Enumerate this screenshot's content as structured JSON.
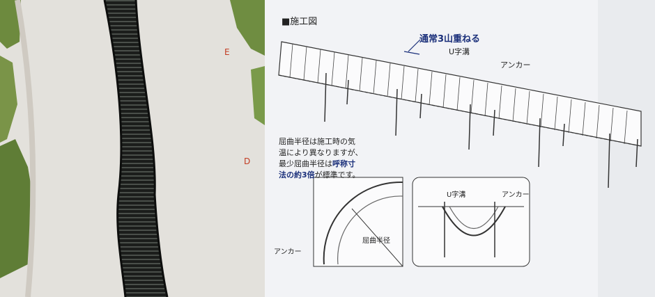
{
  "diagram": {
    "title": "■施工図",
    "overlap_note": "通常3山重ねる",
    "u_gutter_label": "U字溝",
    "anchor_label": "アンカー",
    "radius_note_lines": [
      "屈曲半径は施工時の気",
      "温により異なりますが、",
      "最少屈曲半径は",
      "法の約3倍",
      "が標準です。"
    ],
    "radius_note_bold": "呼称寸",
    "bend_radius_label": "屈曲半径",
    "detail_u_gutter": "U字溝",
    "detail_anchor": "アンカー",
    "bend_anchor": "アンカー"
  },
  "photo": {
    "marker_e": "E",
    "marker_d": "D"
  }
}
